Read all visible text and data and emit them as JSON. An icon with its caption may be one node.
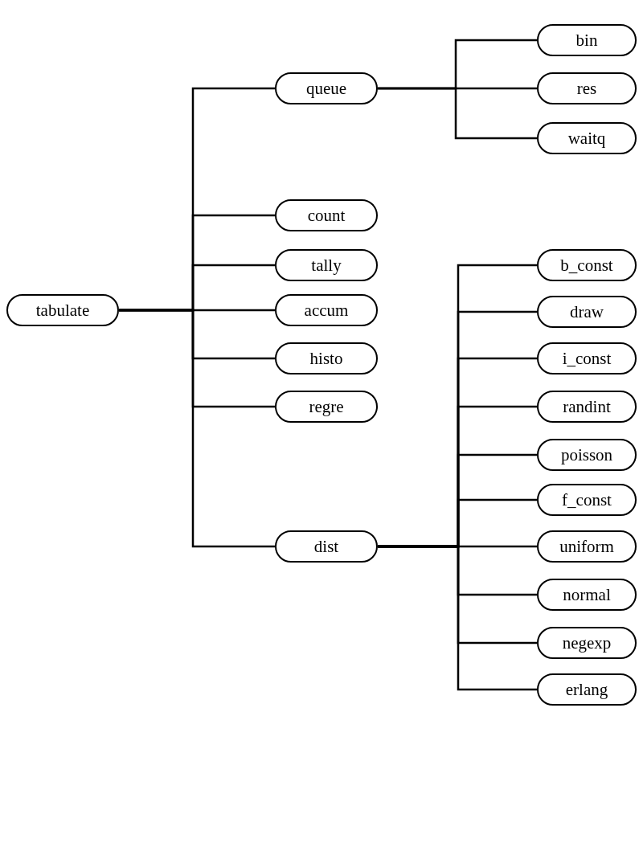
{
  "diagram": {
    "nodes": [
      {
        "text": [
          "tabulate"
        ]
      },
      {
        "text": [
          "queue"
        ]
      },
      {
        "text": [
          "bin"
        ]
      },
      {
        "text": [
          "res"
        ]
      },
      {
        "text": [
          "waitq"
        ]
      },
      {
        "text": [
          "count"
        ]
      },
      {
        "text": [
          "tally"
        ]
      },
      {
        "text": [
          "accum"
        ]
      },
      {
        "text": [
          "histo"
        ]
      },
      {
        "text": [
          "regre"
        ]
      },
      {
        "text": [
          "dist"
        ]
      },
      {
        "text": [
          "b_const"
        ]
      },
      {
        "text": [
          "draw"
        ]
      },
      {
        "text": [
          "i_const"
        ]
      },
      {
        "text": [
          "randint"
        ]
      },
      {
        "text": [
          "poisson"
        ]
      },
      {
        "text": [
          "f_const"
        ]
      },
      {
        "text": [
          "uniform"
        ]
      },
      {
        "text": [
          "normal"
        ]
      },
      {
        "text": [
          "negexp"
        ]
      },
      {
        "text": [
          "erlang"
        ]
      }
    ],
    "edges": [
      {
        "from": 0,
        "to": 1,
        "arrow": "none"
      },
      {
        "from": 0,
        "to": 5,
        "arrow": "none"
      },
      {
        "from": 0,
        "to": 6,
        "arrow": "none"
      },
      {
        "from": 0,
        "to": 7,
        "arrow": "none"
      },
      {
        "from": 0,
        "to": 8,
        "arrow": "none"
      },
      {
        "from": 0,
        "to": 9,
        "arrow": "none"
      },
      {
        "from": 0,
        "to": 10,
        "arrow": "none"
      },
      {
        "from": 1,
        "to": 2,
        "arrow": "none"
      },
      {
        "from": 1,
        "to": 3,
        "arrow": "none"
      },
      {
        "from": 1,
        "to": 4,
        "arrow": "none"
      },
      {
        "from": 10,
        "to": 11,
        "arrow": "none"
      },
      {
        "from": 10,
        "to": 12,
        "arrow": "none"
      },
      {
        "from": 10,
        "to": 13,
        "arrow": "none"
      },
      {
        "from": 10,
        "to": 14,
        "arrow": "none"
      },
      {
        "from": 10,
        "to": 15,
        "arrow": "none"
      },
      {
        "from": 10,
        "to": 16,
        "arrow": "none"
      },
      {
        "from": 10,
        "to": 17,
        "arrow": "none"
      },
      {
        "from": 10,
        "to": 18,
        "arrow": "none"
      },
      {
        "from": 10,
        "to": 19,
        "arrow": "none"
      },
      {
        "from": 10,
        "to": 20,
        "arrow": "none"
      }
    ]
  }
}
